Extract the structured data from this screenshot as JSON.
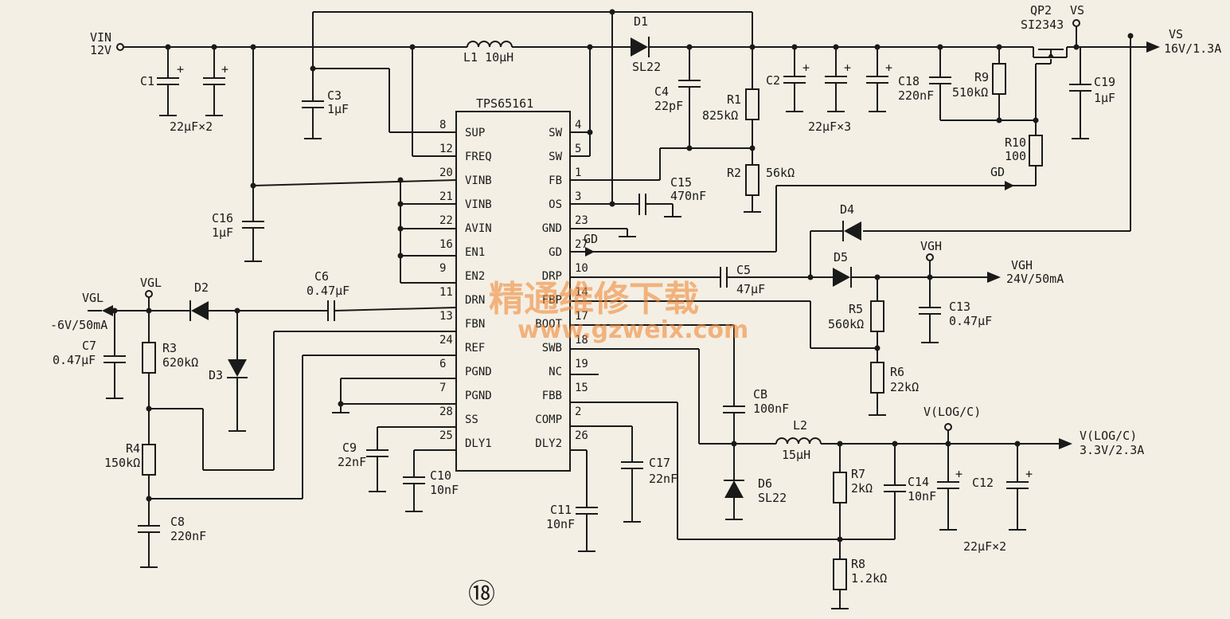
{
  "ic": {
    "name": "TPS65161",
    "left_pins": [
      {
        "num": "8",
        "label": "SUP"
      },
      {
        "num": "12",
        "label": "FREQ"
      },
      {
        "num": "20",
        "label": "VINB"
      },
      {
        "num": "21",
        "label": "VINB"
      },
      {
        "num": "22",
        "label": "AVIN"
      },
      {
        "num": "16",
        "label": "EN1"
      },
      {
        "num": "9",
        "label": "EN2"
      },
      {
        "num": "11",
        "label": "DRN"
      },
      {
        "num": "13",
        "label": "FBN"
      },
      {
        "num": "24",
        "label": "REF"
      },
      {
        "num": "6",
        "label": "PGND"
      },
      {
        "num": "7",
        "label": "PGND"
      },
      {
        "num": "28",
        "label": "SS"
      },
      {
        "num": "25",
        "label": "DLY1"
      }
    ],
    "right_pins": [
      {
        "num": "4",
        "label": "SW"
      },
      {
        "num": "5",
        "label": "SW"
      },
      {
        "num": "1",
        "label": "FB"
      },
      {
        "num": "3",
        "label": "OS"
      },
      {
        "num": "23",
        "label": "GND"
      },
      {
        "num": "27",
        "label": "GD"
      },
      {
        "num": "10",
        "label": "DRP"
      },
      {
        "num": "14",
        "label": "FBP"
      },
      {
        "num": "17",
        "label": "BOOT"
      },
      {
        "num": "18",
        "label": "SWB"
      },
      {
        "num": "19",
        "label": "NC"
      },
      {
        "num": "15",
        "label": "FBB"
      },
      {
        "num": "2",
        "label": "COMP"
      },
      {
        "num": "26",
        "label": "DLY2"
      }
    ]
  },
  "labels": {
    "vin": "VIN",
    "vin_val": "12V",
    "l1": "L1  10μH",
    "d1": "D1",
    "d1_part": "SL22",
    "qp2": "QP2",
    "qp2_part": "SI2343",
    "vs_node": "VS",
    "vs_out": "VS",
    "vs_out_val": "16V/1.3A",
    "c1": "C1",
    "c1c2_val": "22μF×2",
    "c3": "C3",
    "c3_val": "1μF",
    "c4": "C4",
    "c4_val": "22pF",
    "r1": "R1",
    "r1_val": "825kΩ",
    "c2": "C2",
    "c2_val": "22μF×3",
    "c18": "C18",
    "c18_val": "220nF",
    "r9": "R9",
    "r9_val": "510kΩ",
    "c19": "C19",
    "c19_val": "1μF",
    "r10": "R10",
    "r10_val": "100",
    "gd_right": "GD",
    "gd_ic": "GD",
    "c15": "C15",
    "c15_val": "470nF",
    "r2": "R2",
    "r2_val": "56kΩ",
    "c16": "C16",
    "c16_val": "1μF",
    "d4": "D4",
    "d5": "D5",
    "vgh_node": "VGH",
    "vgh_out": "VGH",
    "vgh_out_val": "24V/50mA",
    "c5": "C5",
    "c5_val": "47μF",
    "r5": "R5",
    "r5_val": "560kΩ",
    "c13": "C13",
    "c13_val": "0.47μF",
    "r6": "R6",
    "r6_val": "22kΩ",
    "vgl_node": "VGL",
    "vgl_out": "VGL",
    "vgl_out_val": "-6V/50mA",
    "d2": "D2",
    "d3": "D3",
    "c6": "C6",
    "c6_val": "0.47μF",
    "c7": "C7",
    "c7_val": "0.47μF",
    "r3": "R3",
    "r3_val": "620kΩ",
    "r4": "R4",
    "r4_val": "150kΩ",
    "c8": "C8",
    "c8_val": "220nF",
    "c9": "C9",
    "c9_val": "22nF",
    "c10": "C10",
    "c10_val": "10nF",
    "c11": "C11",
    "c11_val": "10nF",
    "c17": "C17",
    "c17_val": "22nF",
    "cb": "CB",
    "cb_val": "100nF",
    "l2": "L2",
    "l2_val": "15μH",
    "d6": "D6",
    "d6_part": "SL22",
    "vlog_node": "V(LOG/C)",
    "vlog_out": "V(LOG/C)",
    "vlog_out_val": "3.3V/2.3A",
    "r7": "R7",
    "r7_val": "2kΩ",
    "c14": "C14",
    "c14_val": "10nF",
    "c12": "C12",
    "c12_val": "22μF×2",
    "r8": "R8",
    "r8_val": "1.2kΩ",
    "fig_num": "⑱"
  },
  "watermark": {
    "cn": "精通维修下载",
    "url": "www.gzweix.com"
  }
}
